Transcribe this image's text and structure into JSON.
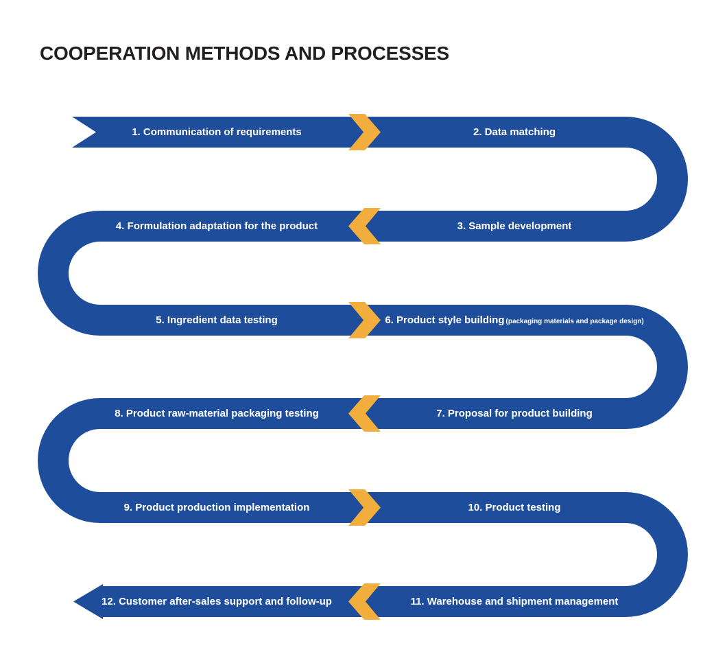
{
  "title": "COOPERATION METHODS AND PROCESSES",
  "colors": {
    "ribbon_blue": "#1e4e9b",
    "chevron_yellow": "#f2ae3c",
    "label_white": "#ffffff",
    "title_dark": "#231f20"
  },
  "rows": [
    {
      "chevron": "right",
      "left": {
        "label": "1. Communication of requirements"
      },
      "right": {
        "label": "2. Data matching"
      }
    },
    {
      "chevron": "left",
      "left": {
        "label": "4. Formulation adaptation for the product"
      },
      "right": {
        "label": "3. Sample development"
      }
    },
    {
      "chevron": "right",
      "left": {
        "label": "5. Ingredient data testing"
      },
      "right": {
        "label": "6. Product style building",
        "sublabel": "(packaging materials and package design)"
      }
    },
    {
      "chevron": "left",
      "left": {
        "label": "8. Product raw-material packaging testing"
      },
      "right": {
        "label": "7. Proposal for product building"
      }
    },
    {
      "chevron": "right",
      "left": {
        "label": "9. Product production implementation"
      },
      "right": {
        "label": "10. Product testing"
      }
    },
    {
      "chevron": "left",
      "left": {
        "label": "12. Customer after-sales support and follow-up"
      },
      "right": {
        "label": "11. Warehouse and shipment management"
      }
    }
  ]
}
